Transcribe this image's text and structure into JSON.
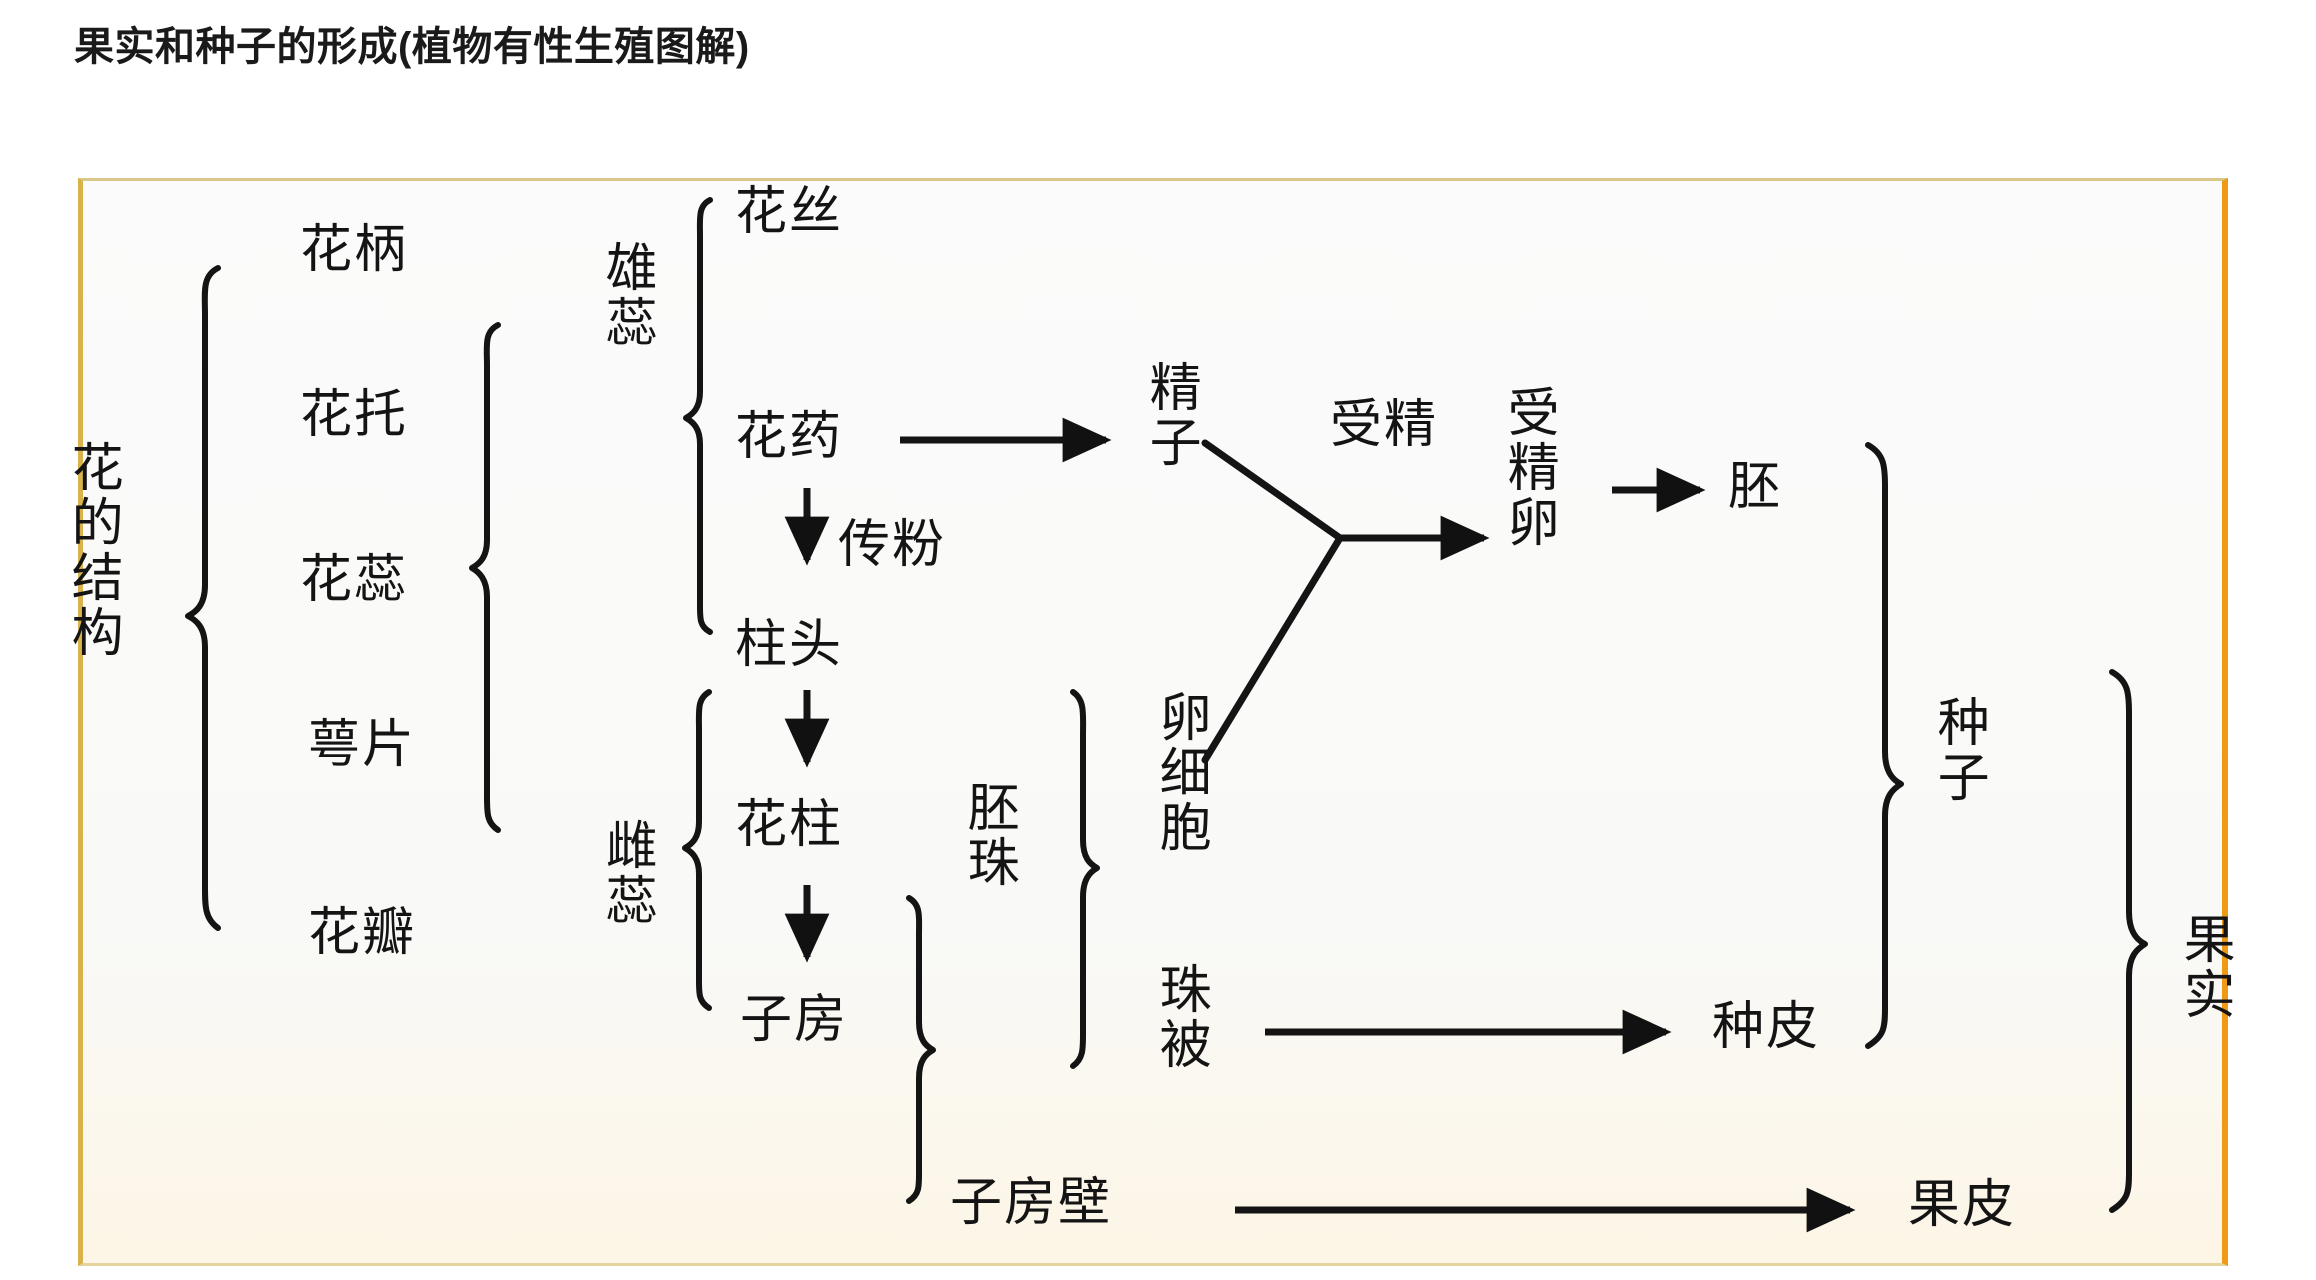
{
  "page": {
    "title": "果实和种子的形成(植物有性生殖图解)",
    "frame_border_color": "#ee9a16",
    "background": "#ffffff",
    "text_color": "#141414"
  },
  "diagram": {
    "type": "hierarchical-flow-diagram",
    "root_label": "花的结构",
    "nodes": {
      "flower_structure": "花的结构",
      "pedicel": "花柄",
      "receptacle": "花托",
      "flower_organs": "花蕊",
      "sepal": "萼片",
      "petal": "花瓣",
      "stamen": "雄蕊",
      "filament": "花丝",
      "anther": "花药",
      "pollination": "传粉",
      "stigma": "柱头",
      "pistil": "雌蕊",
      "style": "花柱",
      "ovary": "子房",
      "ovule": "胚珠",
      "egg_cell": "卵细胞",
      "integument": "珠被",
      "sperm": "精子",
      "fertilization": "受精",
      "zygote": "受精卵",
      "embryo": "胚",
      "seed_coat": "种皮",
      "seed": "种子",
      "ovary_wall": "子房壁",
      "pericarp": "果皮",
      "fruit": "果实"
    },
    "edges": [
      {
        "from": "花药",
        "to": "精子",
        "label": ""
      },
      {
        "from": "花药",
        "to": "柱头",
        "label": "传粉"
      },
      {
        "from": "柱头",
        "to": "花柱",
        "label": ""
      },
      {
        "from": "花柱",
        "to": "子房",
        "label": ""
      },
      {
        "from": "精子",
        "to": "受精卵",
        "label": "受精"
      },
      {
        "from": "卵细胞",
        "to": "受精卵",
        "label": "受精"
      },
      {
        "from": "受精卵",
        "to": "胚",
        "label": ""
      },
      {
        "from": "珠被",
        "to": "种皮",
        "label": ""
      },
      {
        "from": "子房壁",
        "to": "果皮",
        "label": ""
      }
    ],
    "groupings": [
      {
        "parent": "花的结构",
        "children": [
          "花柄",
          "花托",
          "花蕊",
          "萼片",
          "花瓣"
        ]
      },
      {
        "parent": "花蕊",
        "children": [
          "雄蕊",
          "雌蕊"
        ]
      },
      {
        "parent": "雄蕊",
        "children": [
          "花丝",
          "花药"
        ]
      },
      {
        "parent": "雌蕊",
        "children": [
          "柱头",
          "花柱",
          "子房"
        ]
      },
      {
        "parent": "子房",
        "children": [
          "胚珠",
          "子房壁"
        ]
      },
      {
        "parent": "胚珠",
        "children": [
          "卵细胞",
          "珠被"
        ]
      },
      {
        "parent": "种子",
        "children": [
          "胚",
          "种皮"
        ]
      },
      {
        "parent": "果实",
        "children": [
          "种子",
          "果皮"
        ]
      }
    ]
  }
}
